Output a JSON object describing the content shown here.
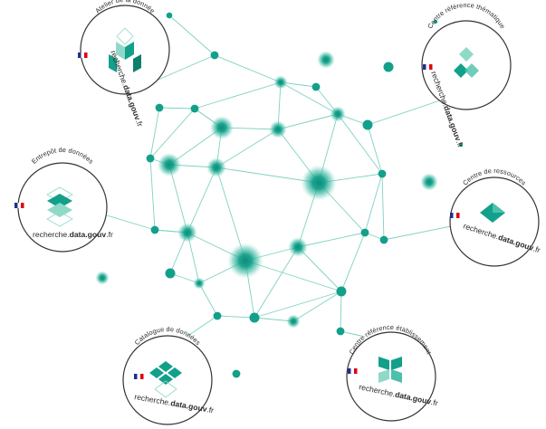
{
  "colors": {
    "accent": "#12a08a",
    "accent_dark": "#0d7f6e",
    "accent_light": "#8fd9c8",
    "line": "#7fd1c2",
    "circle_border": "#333333",
    "flag_blue": "#1f2f8c",
    "flag_red": "#e1000f"
  },
  "badges": [
    {
      "id": "atelier",
      "label": "Atelier de la donnée",
      "url_prefix": "recherche.",
      "url_bold": "data.gouv",
      "url_suffix": ".fr",
      "icon": "atelier-icon"
    },
    {
      "id": "thematique",
      "label": "Centre référence thématique",
      "url_prefix": "recherche.",
      "url_bold": "data.gouv",
      "url_suffix": ".fr",
      "icon": "thematique-icon"
    },
    {
      "id": "entrepot",
      "label": "Entrepôt de données",
      "url_prefix": "recherche.",
      "url_bold": "data.gouv",
      "url_suffix": ".fr",
      "icon": "entrepot-icon"
    },
    {
      "id": "ressources",
      "label": "Centre de ressources",
      "url_prefix": "recherche.",
      "url_bold": "data.gouv",
      "url_suffix": ".fr",
      "icon": "ressources-icon"
    },
    {
      "id": "catalogue",
      "label": "Catalogue de données",
      "url_prefix": "recherche.",
      "url_bold": "data.gouv",
      "url_suffix": ".fr",
      "icon": "catalogue-icon"
    },
    {
      "id": "etablissement",
      "label": "Centre référence établissement",
      "url_prefix": "recherche.",
      "url_bold": "data.gouv",
      "url_suffix": ".fr",
      "icon": "etablissement-icon"
    }
  ]
}
